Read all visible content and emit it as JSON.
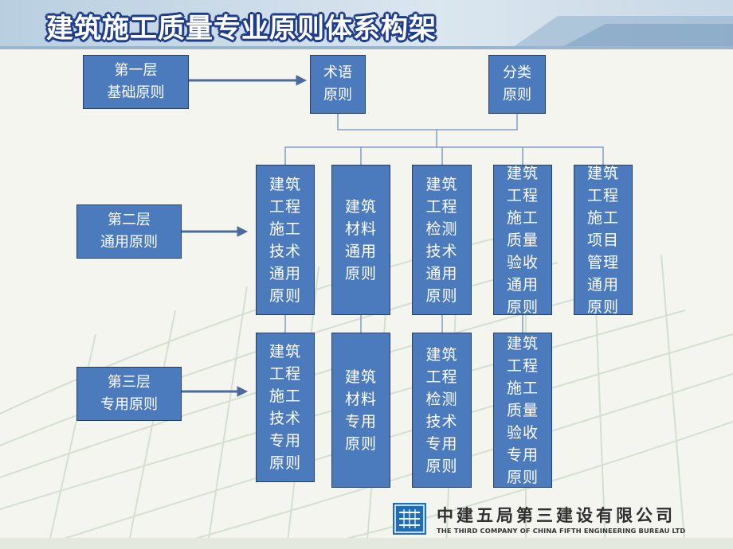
{
  "title": "建筑施工质量专业原则体系构架",
  "levels": {
    "l1": "第一层\n基础原则",
    "l2": "第二层\n通用原则",
    "l3": "第三层\n专用原则"
  },
  "top_boxes": {
    "terms": "术语\n原则",
    "classification": "分类\n原则"
  },
  "general_boxes": [
    "建筑工程施工技术通用原则",
    "建筑材料通用原则",
    "建筑工程检测技术通用原则",
    "建筑工程施工质量验收通用原则",
    "建筑工程施工项目管理通用原则"
  ],
  "special_boxes": [
    "建筑工程施工技术专用原则",
    "建筑材料专用原则",
    "建筑工程检测技术专用原则",
    "建筑工程施工质量验收专用原则"
  ],
  "logo": {
    "mark": "CSCEC",
    "name_cn": "中建五局第三建设有限公司",
    "name_en": "THE THIRD COMPANY OF CHINA FIFTH ENGINEERING BUREAU LTD"
  },
  "colors": {
    "box_fill": "#4b7bbd",
    "box_border": "#243f66",
    "connector": "#7f9fc8",
    "arrow": "#4a6aa0"
  }
}
